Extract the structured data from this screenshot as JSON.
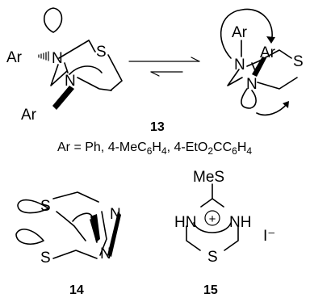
{
  "structure13": {
    "left": {
      "ar_top": "Ar",
      "n_top": "N",
      "s": "S",
      "n_bottom": "N",
      "ar_bottom": "Ar"
    },
    "right": {
      "ar_top": "Ar",
      "ar_mid": "Ar",
      "n_top": "N",
      "s": "S",
      "n_bottom": "N"
    },
    "label": "13",
    "caption": {
      "prefix": "Ar = Ph, 4-MeC",
      "sub6a": "6",
      "h1": "H",
      "sub4a": "4",
      "mid": ", 4-EtO",
      "sub2": "2",
      "cc": "CC",
      "sub6b": "6",
      "h2": "H",
      "sub4b": "4"
    }
  },
  "structure14": {
    "s_top": "S",
    "s_bottom": "S",
    "n_right": "N",
    "n_bottom": "N",
    "label": "14"
  },
  "structure15": {
    "mes": "MeS",
    "hn": "HN",
    "nh": "NH",
    "charge": "+",
    "s": "S",
    "counterion": "I⁻",
    "label": "15"
  }
}
